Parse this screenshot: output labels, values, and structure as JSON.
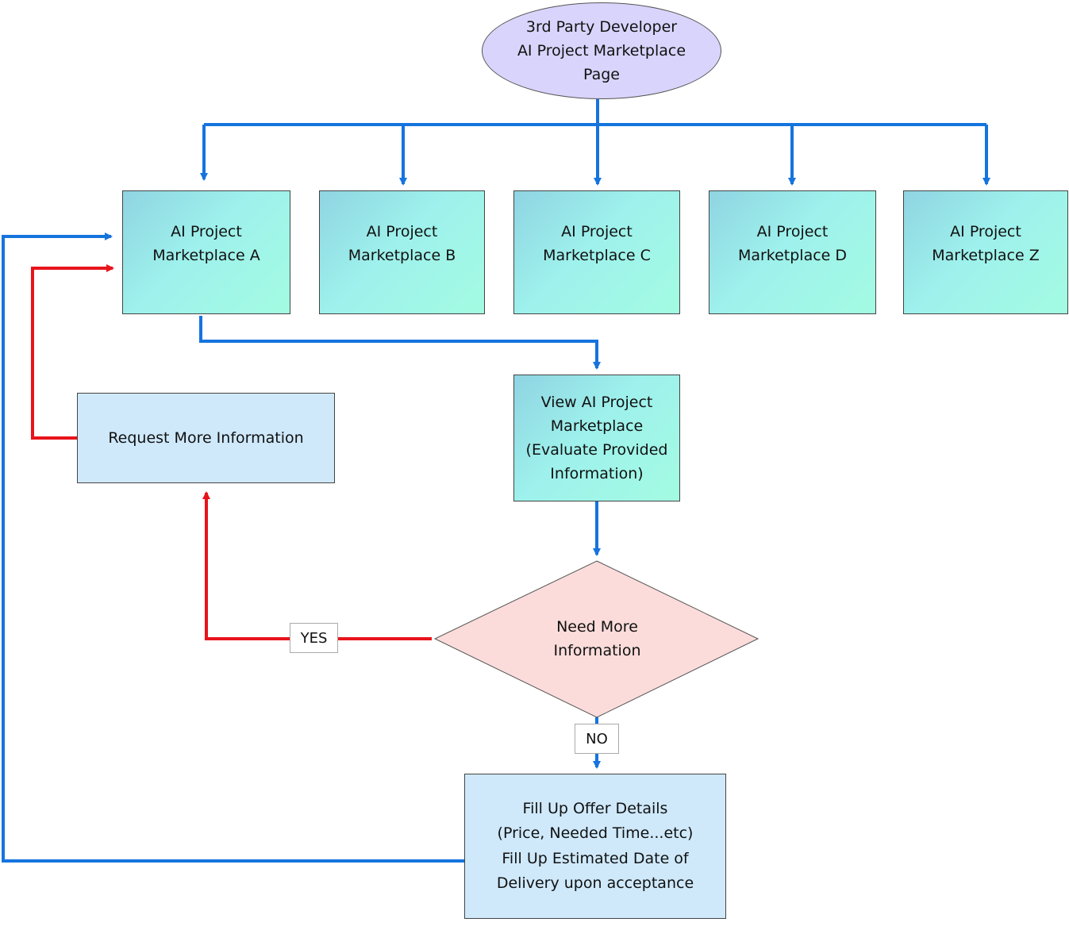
{
  "nodes": {
    "start": "3rd Party Developer\nAI Project Marketplace\nPage",
    "marketplaces": [
      "AI Project\nMarketplace A",
      "AI Project\nMarketplace B",
      "AI Project\nMarketplace C",
      "AI Project\nMarketplace D",
      "AI Project\nMarketplace Z"
    ],
    "view": "View AI Project\nMarketplace\n(Evaluate Provided\nInformation)",
    "decision": "Need More\nInformation",
    "request": "Request More Information",
    "offer": "Fill Up Offer Details\n(Price, Needed Time...etc)\nFill Up Estimated Date of\nDelivery upon acceptance"
  },
  "edge_labels": {
    "yes": "YES",
    "no": "NO"
  },
  "colors": {
    "flow_arrow": "#1574de",
    "feedback_arrow": "#e8141b",
    "start_fill": "#d9d4fb",
    "decision_fill": "#fbdcdb",
    "box_fill": "#cfe9fb"
  }
}
